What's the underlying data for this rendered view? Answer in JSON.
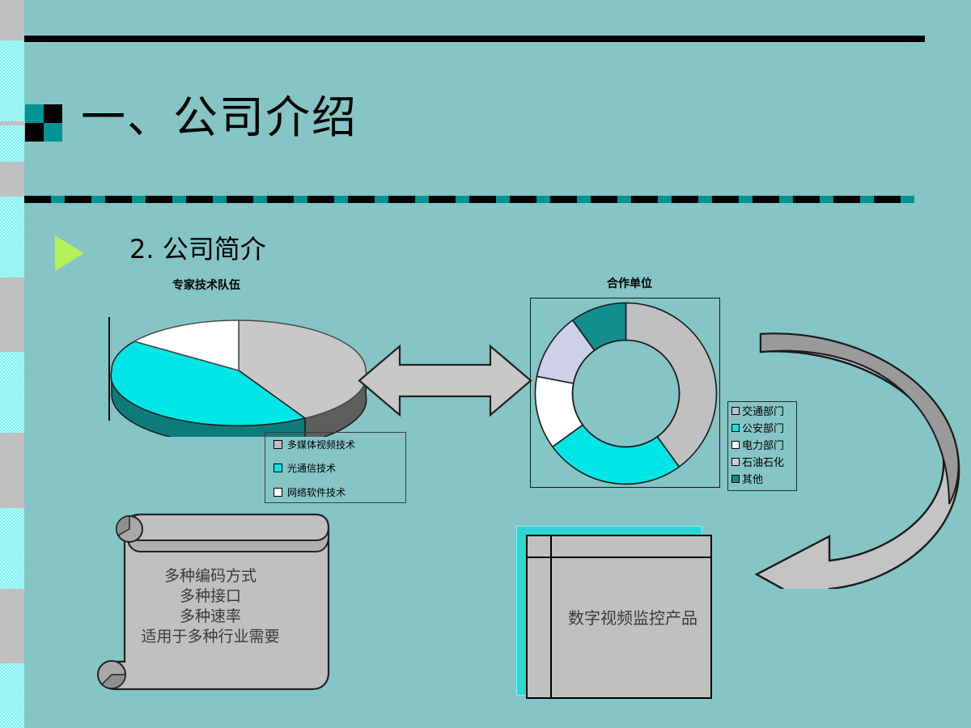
{
  "slide": {
    "background_color": "#85c5c5",
    "title": "一、公司介绍",
    "subtitle": "2. 公司简介"
  },
  "accents": {
    "teal": "#009494",
    "black": "#000000",
    "gray": "#c0c0c0",
    "cyan": "#00e5e5",
    "lavender": "#cdd0e8",
    "green_triangle": "#b6f05a"
  },
  "pie_chart": {
    "title": "专家技术队伍",
    "legend": [
      {
        "label": "多媒体视频技术",
        "color": "#c0c0c0"
      },
      {
        "label": "光通信技术",
        "color": "#00e5e5"
      },
      {
        "label": "网络软件技术",
        "color": "#ffffff"
      }
    ]
  },
  "donut_chart": {
    "title": "合作单位",
    "legend": [
      {
        "label": "交通部门",
        "color": "#c0c0c0"
      },
      {
        "label": "公安部门",
        "color": "#00e5e5"
      },
      {
        "label": "电力部门",
        "color": "#ffffff"
      },
      {
        "label": "石油石化",
        "color": "#cdd0e8"
      },
      {
        "label": "其他",
        "color": "#118f8f"
      }
    ]
  },
  "scroll_note": {
    "lines": [
      "多种编码方式",
      "多种接口",
      "多种速率",
      "适用于多种行业需要"
    ]
  },
  "product_box": {
    "label": "数字视频监控产品"
  },
  "chart_data": [
    {
      "type": "pie",
      "title": "专家技术队伍",
      "categories": [
        "多媒体视频技术",
        "光通信技术",
        "网络软件技术"
      ],
      "values": [
        40,
        45,
        15
      ],
      "colors": [
        "#c0c0c0",
        "#00e5e5",
        "#ffffff"
      ],
      "three_d": true,
      "legend_position": "bottom-right",
      "xlabel": "",
      "ylabel": ""
    },
    {
      "type": "pie",
      "title": "合作单位",
      "doughnut": true,
      "categories": [
        "交通部门",
        "公安部门",
        "电力部门",
        "石油石化",
        "其他"
      ],
      "values": [
        40,
        25,
        13,
        12,
        10
      ],
      "colors": [
        "#c0c0c0",
        "#00e5e5",
        "#ffffff",
        "#cdd0e8",
        "#118f8f"
      ],
      "legend_position": "right",
      "xlabel": "",
      "ylabel": ""
    }
  ]
}
